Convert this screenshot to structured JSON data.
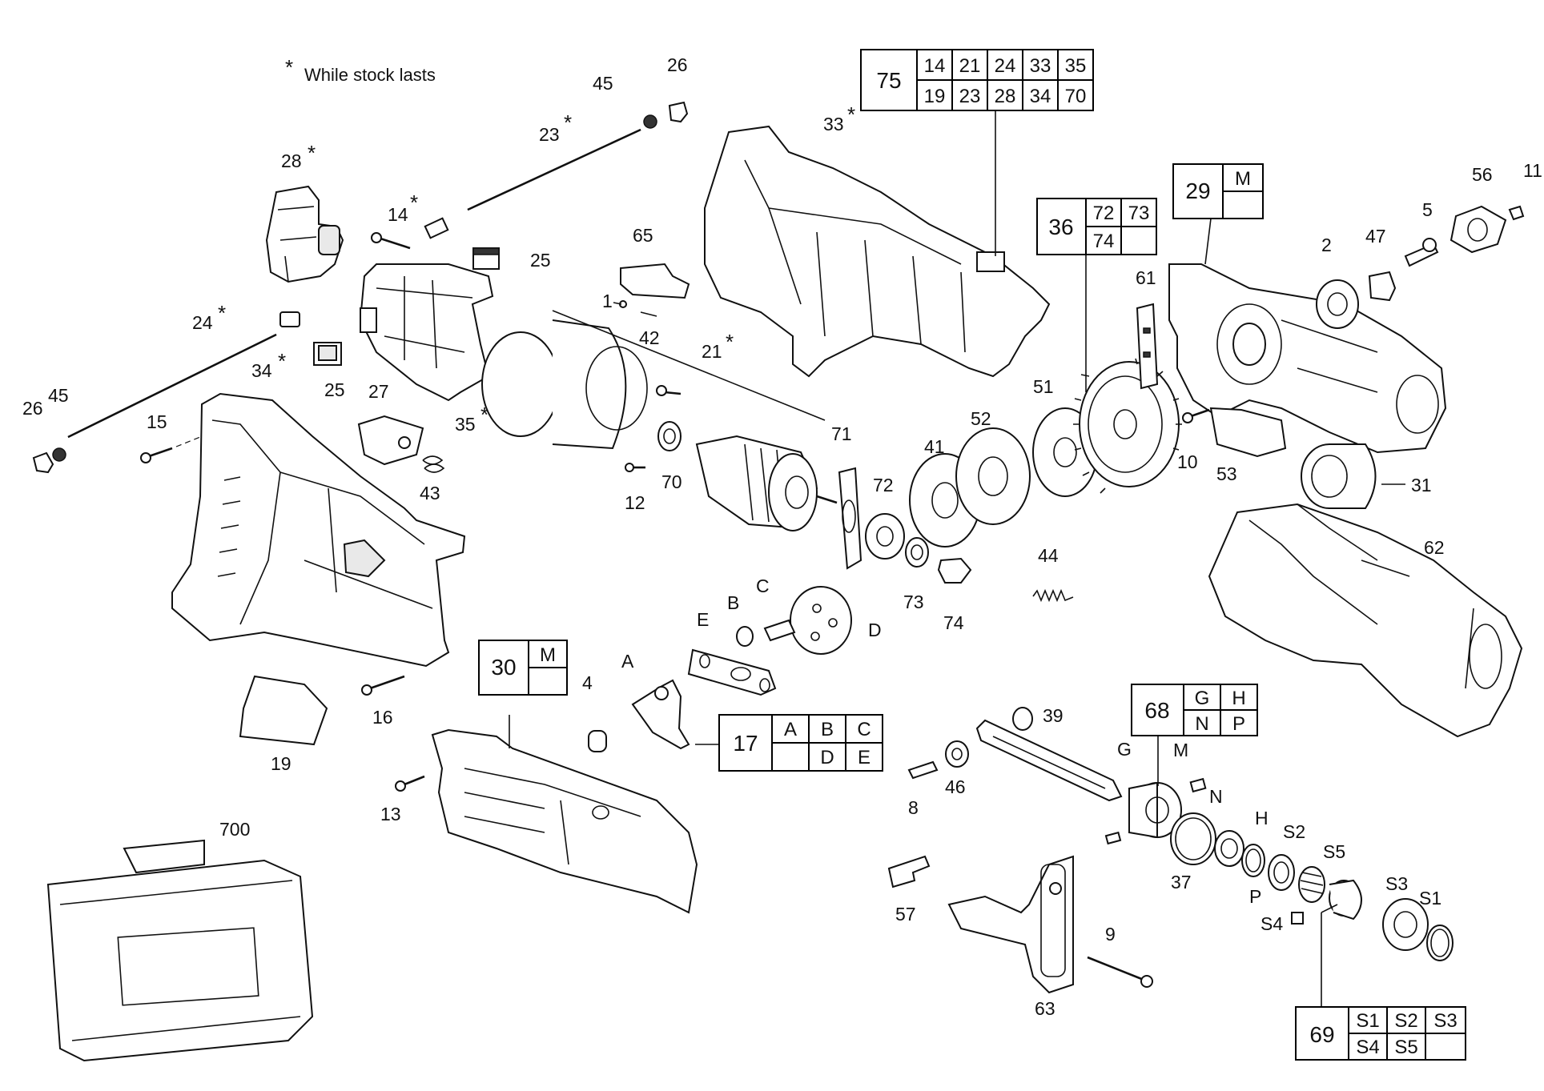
{
  "note": {
    "symbol": "*",
    "text": "While stock lasts"
  },
  "parts": {
    "p1": "1",
    "p2": "2",
    "p4": "4",
    "p5": "5",
    "p8": "8",
    "p9": "9",
    "p10": "10",
    "p11": "11",
    "p12": "12",
    "p13": "13",
    "p14": "14",
    "p15": "15",
    "p16": "16",
    "p19": "19",
    "p21": "21",
    "p23": "23",
    "p24": "24",
    "p25a": "25",
    "p25b": "25",
    "p26a": "26",
    "p26b": "26",
    "p27": "27",
    "p28": "28",
    "p31": "31",
    "p33": "33",
    "p34": "34",
    "p35": "35",
    "p37": "37",
    "p39": "39",
    "p41": "41",
    "p42": "42",
    "p43": "43",
    "p44": "44",
    "p45a": "45",
    "p45b": "45",
    "p46": "46",
    "p47": "47",
    "p51": "51",
    "p52": "52",
    "p53": "53",
    "p56": "56",
    "p57": "57",
    "p61": "61",
    "p62": "62",
    "p63": "63",
    "p65": "65",
    "p70": "70",
    "p71": "71",
    "p72": "72",
    "p73": "73",
    "p74": "74",
    "p700": "700",
    "A": "A",
    "B": "B",
    "C": "C",
    "D": "D",
    "E": "E",
    "G": "G",
    "H": "H",
    "M": "M",
    "N": "N",
    "P": "P",
    "S1": "S1",
    "S2": "S2",
    "S3": "S3",
    "S4": "S4",
    "S5": "S5"
  },
  "kits": {
    "k75": {
      "id": "75",
      "row1": [
        "14",
        "21",
        "24",
        "33",
        "35"
      ],
      "row2": [
        "19",
        "23",
        "28",
        "34",
        "70"
      ]
    },
    "k36": {
      "id": "36",
      "row1": [
        "72",
        "73"
      ],
      "row2": [
        "74",
        ""
      ]
    },
    "k29": {
      "id": "29",
      "row1": [
        "M"
      ]
    },
    "k30": {
      "id": "30",
      "row1": [
        "M"
      ]
    },
    "k17": {
      "id": "17",
      "row1": [
        "A",
        "B",
        "C"
      ],
      "row2": [
        "",
        "D",
        "E"
      ]
    },
    "k68": {
      "id": "68",
      "row1": [
        "G",
        "H"
      ],
      "row2": [
        "N",
        "P"
      ]
    },
    "k69": {
      "id": "69",
      "row1": [
        "S1",
        "S2",
        "S3"
      ],
      "row2": [
        "S4",
        "S5",
        ""
      ]
    }
  }
}
